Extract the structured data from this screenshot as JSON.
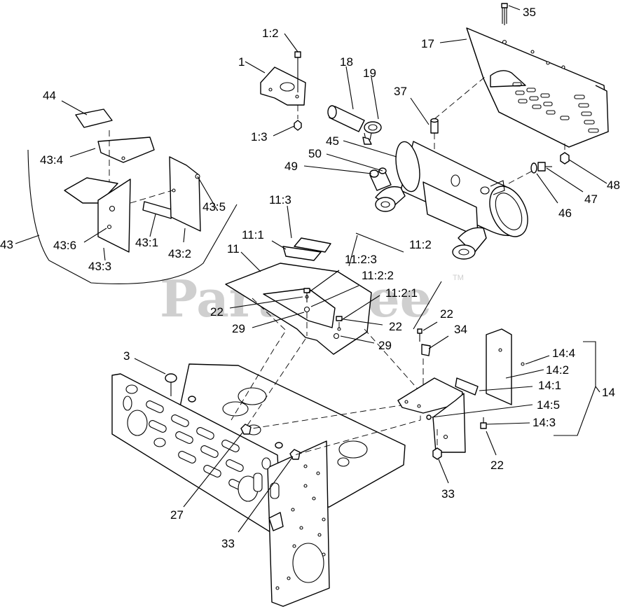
{
  "watermark": {
    "text": "PartsTree",
    "trademark": "TM"
  },
  "callouts": [
    {
      "id": "c35",
      "text": "35"
    },
    {
      "id": "c17",
      "text": "17"
    },
    {
      "id": "c1_2",
      "text": "1:2"
    },
    {
      "id": "c1",
      "text": "1"
    },
    {
      "id": "c1_3",
      "text": "1:3"
    },
    {
      "id": "c18",
      "text": "18"
    },
    {
      "id": "c19",
      "text": "19"
    },
    {
      "id": "c37",
      "text": "37"
    },
    {
      "id": "c45",
      "text": "45"
    },
    {
      "id": "c50",
      "text": "50"
    },
    {
      "id": "c49",
      "text": "49"
    },
    {
      "id": "c48",
      "text": "48"
    },
    {
      "id": "c47",
      "text": "47"
    },
    {
      "id": "c46",
      "text": "46"
    },
    {
      "id": "c44",
      "text": "44"
    },
    {
      "id": "c43_4",
      "text": "43:4"
    },
    {
      "id": "c43_5",
      "text": "43:5"
    },
    {
      "id": "c43",
      "text": "43"
    },
    {
      "id": "c43_6",
      "text": "43:6"
    },
    {
      "id": "c43_1",
      "text": "43:1"
    },
    {
      "id": "c43_2",
      "text": "43:2"
    },
    {
      "id": "c43_3",
      "text": "43:3"
    },
    {
      "id": "c11_3",
      "text": "11:3"
    },
    {
      "id": "c11_1",
      "text": "11:1"
    },
    {
      "id": "c11",
      "text": "11"
    },
    {
      "id": "c11_2",
      "text": "11:2"
    },
    {
      "id": "c11_2_3",
      "text": "11:2:3"
    },
    {
      "id": "c11_2_2",
      "text": "11:2:2"
    },
    {
      "id": "c11_2_1",
      "text": "11:2:1"
    },
    {
      "id": "c22a",
      "text": "22"
    },
    {
      "id": "c29a",
      "text": "29"
    },
    {
      "id": "c22b",
      "text": "22"
    },
    {
      "id": "c29b",
      "text": "29"
    },
    {
      "id": "c22c",
      "text": "22"
    },
    {
      "id": "c34",
      "text": "34"
    },
    {
      "id": "c3",
      "text": "3"
    },
    {
      "id": "c14_4",
      "text": "14:4"
    },
    {
      "id": "c14_2",
      "text": "14:2"
    },
    {
      "id": "c14",
      "text": "14"
    },
    {
      "id": "c14_1",
      "text": "14:1"
    },
    {
      "id": "c14_5",
      "text": "14:5"
    },
    {
      "id": "c14_3",
      "text": "14:3"
    },
    {
      "id": "c22d",
      "text": "22"
    },
    {
      "id": "c33a",
      "text": "33"
    },
    {
      "id": "c27",
      "text": "27"
    },
    {
      "id": "c33b",
      "text": "33"
    }
  ]
}
